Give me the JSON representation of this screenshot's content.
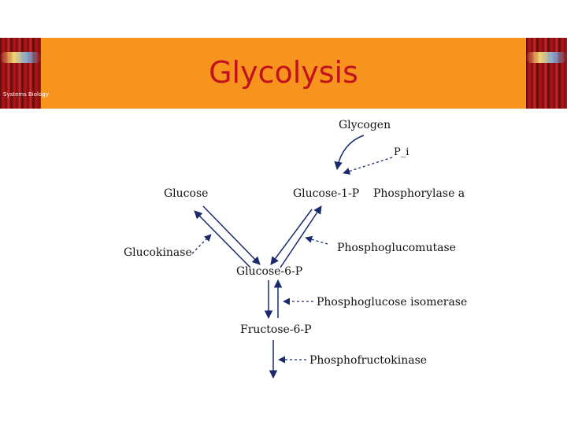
{
  "slide": {
    "title": "Glycolysis",
    "logo_text": "Systems Biology",
    "colors": {
      "banner": "#f7941d",
      "title": "#c0131d"
    }
  },
  "diagram": {
    "nodes": {
      "glycogen": "Glycogen",
      "pi": "P_i",
      "glucose": "Glucose",
      "glucose_1_p": "Glucose-1-P",
      "glucose_6_p": "Glucose-6-P",
      "fructose_6_p": "Fructose-6-P"
    },
    "enzymes": {
      "phosphorylase_a": "Phosphorylase a",
      "glucokinase": "Glucokinase",
      "phosphoglucomutase": "Phosphoglucomutase",
      "phosphoglucose_isomerase": "Phosphoglucose isomerase",
      "phosphofructokinase": "Phosphofructokinase"
    }
  }
}
